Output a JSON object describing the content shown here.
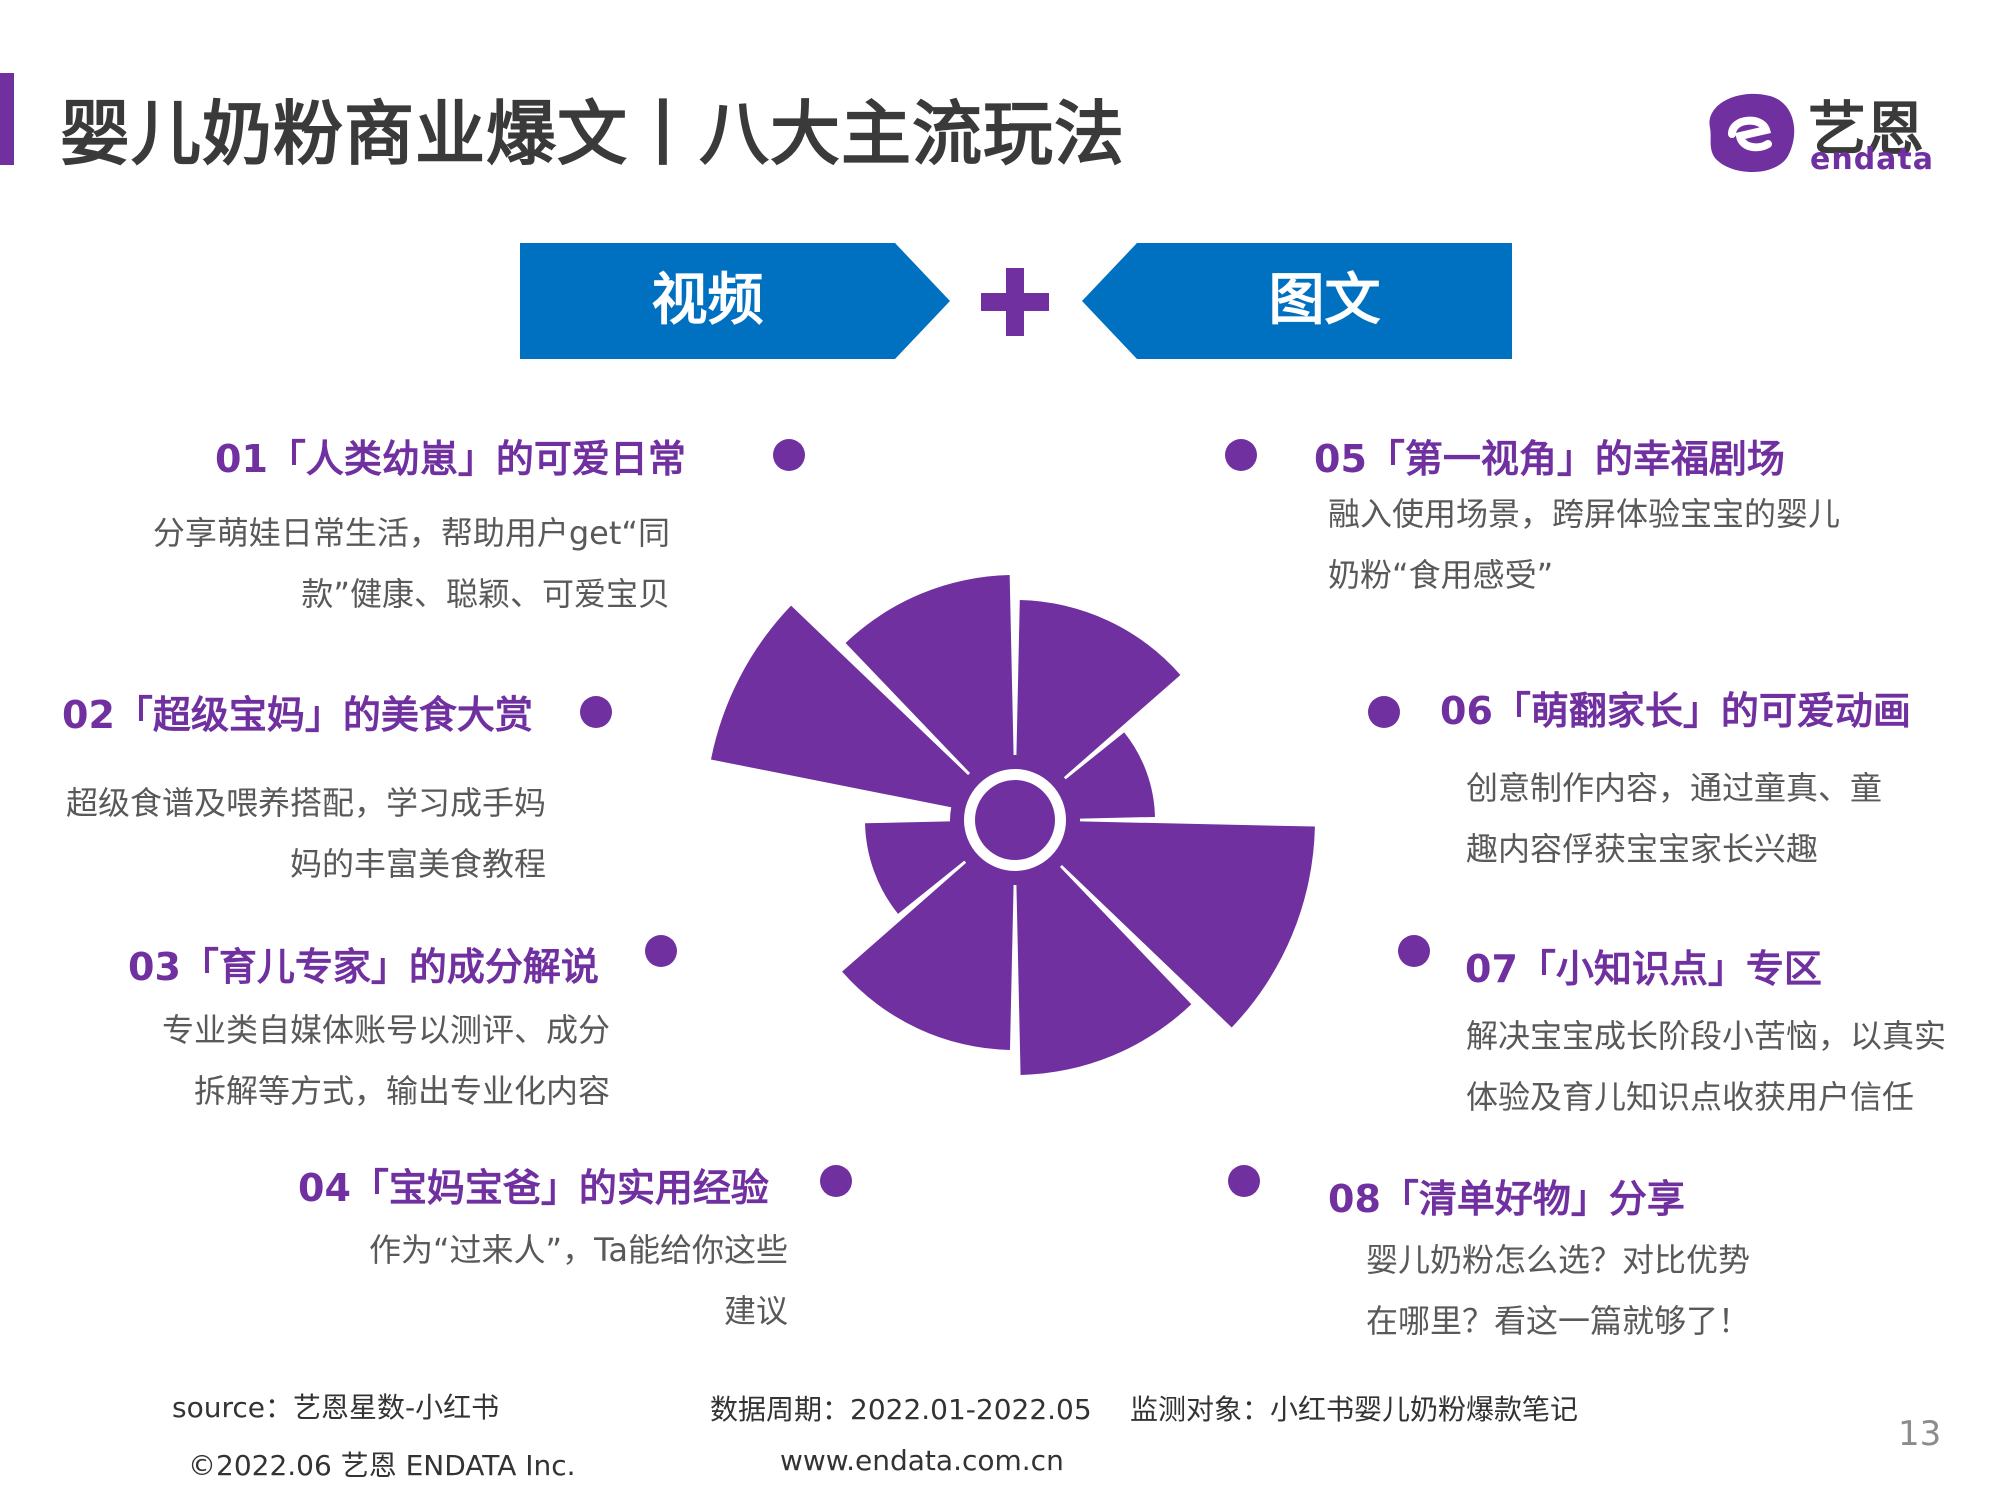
{
  "header": {
    "title": "婴儿奶粉商业爆文丨八大主流玩法",
    "logo_cn": "艺恩",
    "logo_en": "endata"
  },
  "banners": {
    "left": "视频",
    "right": "图文",
    "plus_icon": "plus-icon"
  },
  "items": [
    {
      "title": "01「人类幼崽」的可爱日常",
      "desc": [
        "分享萌娃日常生活，帮助用户get“同",
        "款”健康、聪颖、可爱宝贝"
      ]
    },
    {
      "title": "02「超级宝妈」的美食大赏",
      "desc": [
        "超级食谱及喂养搭配，学习成手妈",
        "妈的丰富美食教程"
      ]
    },
    {
      "title": "03「育儿专家」的成分解说",
      "desc": [
        "专业类自媒体账号以测评、成分",
        "拆解等方式，输出专业化内容"
      ]
    },
    {
      "title": "04「宝妈宝爸」的实用经验",
      "desc": [
        "作为“过来人”，Ta能给你这些",
        "建议"
      ]
    },
    {
      "title": "05「第一视角」的幸福剧场",
      "desc": [
        "融入使用场景，跨屏体验宝宝的婴儿",
        "奶粉“食用感受”"
      ]
    },
    {
      "title": "06「萌翻家长」的可爱动画",
      "desc": [
        "创意制作内容，通过童真、童",
        "趣内容俘获宝宝家长兴趣"
      ]
    },
    {
      "title": "07「小知识点」专区",
      "desc": [
        "解决宝宝成长阶段小苦恼，以真实",
        "体验及育儿知识点收获用户信任"
      ]
    },
    {
      "title": "08「清单好物」分享",
      "desc": [
        "婴儿奶粉怎么选？对比优势",
        "在哪里？看这一篇就够了！"
      ]
    }
  ],
  "colors": {
    "accent": "#7030a0",
    "banner_blue": "#0070c0"
  },
  "footer": {
    "source": "source：艺恩星数-小红书",
    "period": "数据周期：2022.01-2022.05",
    "target": "监测对象：小红书婴儿奶粉爆款笔记",
    "copyright": "©2022.06 艺恩 ENDATA Inc.",
    "website": "www.endata.com.cn",
    "page_number": "13"
  }
}
